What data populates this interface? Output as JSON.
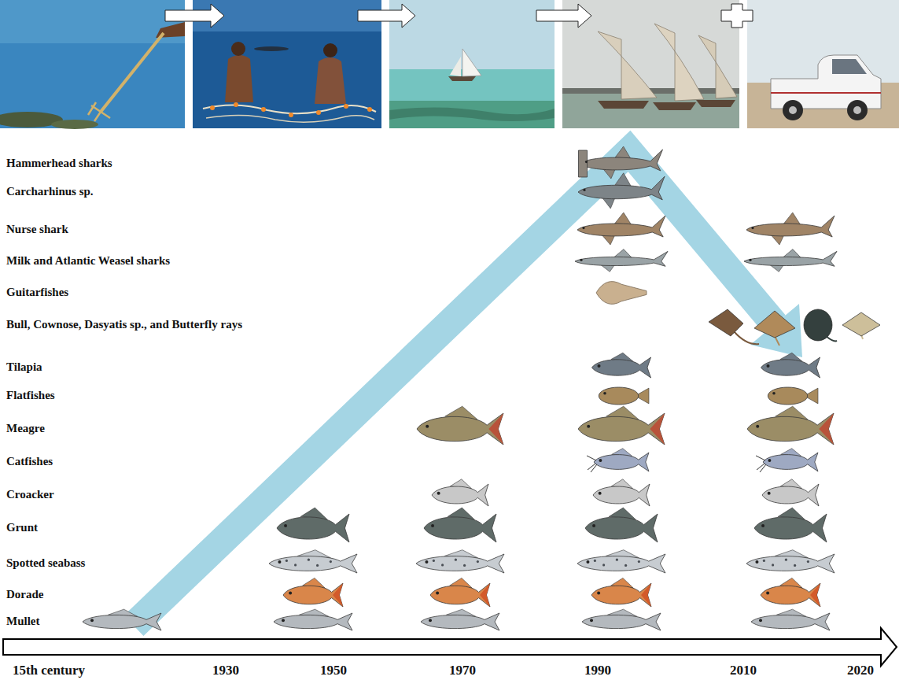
{
  "diagram": {
    "labels": [
      "Hammerhead sharks",
      "Carcharhinus sp.",
      "Nurse shark",
      "Milk and Atlantic Weasel sharks",
      "Guitarfishes",
      "Bull, Cownose, Dasyatis sp., and Butterfly rays",
      "Tilapia",
      "Flatfishes",
      "Meagre",
      "Catfishes",
      "Croacker",
      "Grunt",
      "Spotted seabass",
      "Dorade",
      "Mullet",
      "15th century",
      "1930",
      "1950",
      "1970",
      "1990",
      "2010",
      "2020"
    ]
  }
}
